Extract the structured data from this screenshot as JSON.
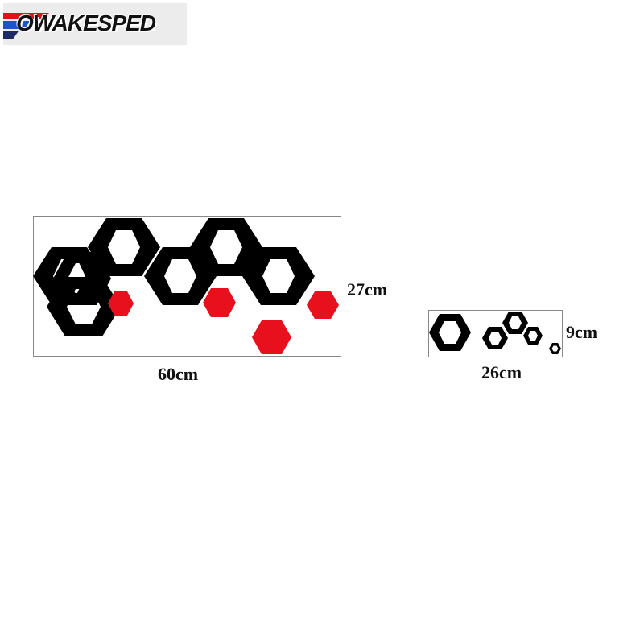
{
  "brand": {
    "name": "OWAKESPED",
    "stripe_colors": [
      "#e0101e",
      "#1a56c4",
      "#1d2a66"
    ]
  },
  "colors": {
    "outline_hexagon": "#000000",
    "solid_hexagon": "#e8101c"
  },
  "large_decal": {
    "height_label": "27cm",
    "width_label": "60cm"
  },
  "small_decal": {
    "height_label": "9cm",
    "width_label": "26cm"
  }
}
